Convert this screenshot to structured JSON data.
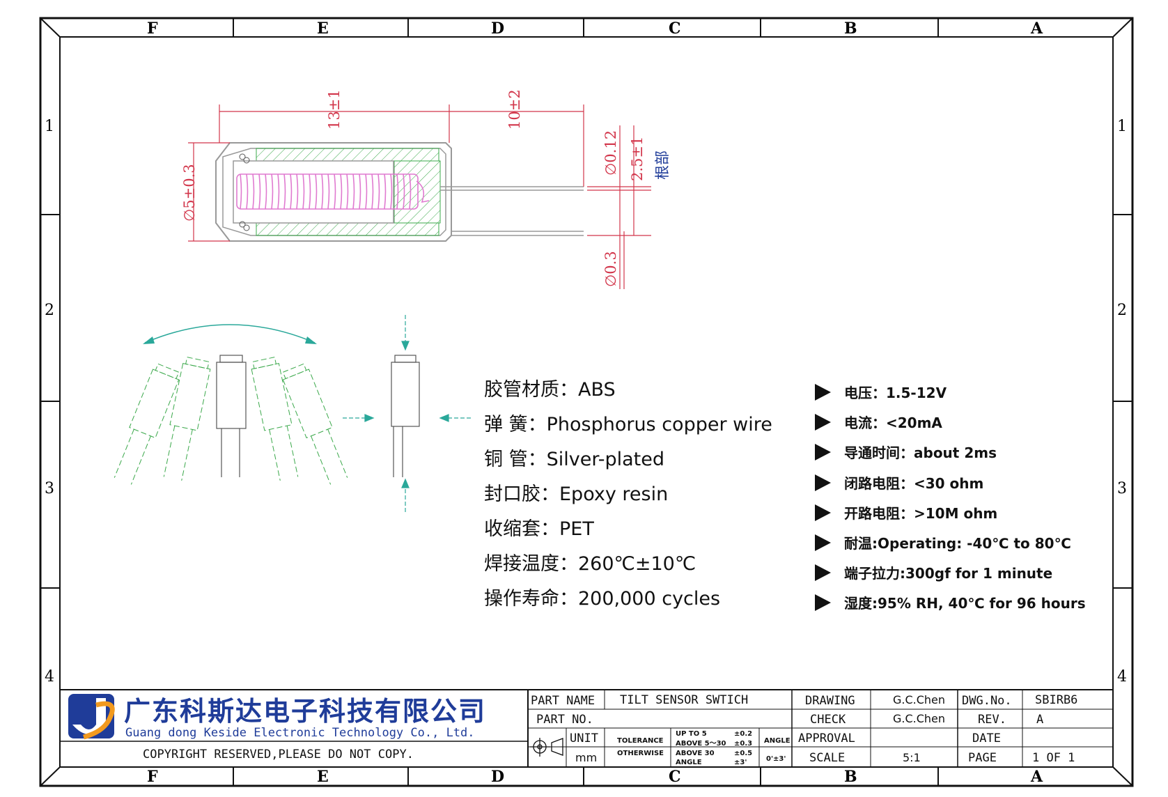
{
  "frame": {
    "zone_letters": [
      "F",
      "E",
      "D",
      "C",
      "B",
      "A"
    ],
    "zone_numbers": [
      "1",
      "2",
      "3",
      "4"
    ]
  },
  "dimensions": {
    "length_body": "13±1",
    "length_lead": "10±2",
    "diameter_body": "∅5±0.3",
    "diameter_inner": "∅0.12",
    "lead_spacing": "2.5±1",
    "root_label": "根部",
    "lead_diameter": "∅0.3"
  },
  "materials": [
    {
      "label": "胶管材质：",
      "value": "ABS"
    },
    {
      "label": "弹  簧：",
      "value": "Phosphorus copper wire"
    },
    {
      "label": "铜  管：",
      "value": "Silver-plated"
    },
    {
      "label": "封口胶：",
      "value": "Epoxy resin"
    },
    {
      "label": "收缩套：",
      "value": "PET"
    },
    {
      "label": "焊接温度：",
      "value": "260℃±10℃"
    },
    {
      "label": "操作寿命：",
      "value": "200,000 cycles"
    }
  ],
  "specs": [
    {
      "label": "电压：",
      "value": "1.5-12V"
    },
    {
      "label": "电流：",
      "value": "<20mA"
    },
    {
      "label": "导通时间：",
      "value": "about 2ms"
    },
    {
      "label": "闭路电阻：",
      "value": "<30 ohm"
    },
    {
      "label": "开路电阻：",
      "value": ">10M ohm"
    },
    {
      "label": "耐温:",
      "value": "Operating: -40℃ to 80℃"
    },
    {
      "label": "端子拉力:",
      "value": "300gf for 1 minute"
    },
    {
      "label": "湿度:",
      "value": "95% RH, 40℃ for 96 hours"
    }
  ],
  "company": {
    "name_cn": "广东科斯达电子科技有限公司",
    "name_en": "Guang dong Keside  Electronic Technology Co., Ltd.",
    "copyright": "COPYRIGHT RESERVED,PLEASE DO NOT COPY."
  },
  "title_block": {
    "part_name_label": "PART NAME",
    "part_name_value": "TILT SENSOR SWTICH",
    "part_no_label": "PART NO.",
    "unit_label": "UNIT",
    "unit_value": "mm",
    "tolerance_label": "TOLERANCE",
    "otherwise_label": "OTHERWISE",
    "up_to": "UP TO 5",
    "up_to_val": "±0.2",
    "above_5_30": "ABOVE 5～30",
    "above_5_30_val": "±0.3",
    "above_30": "ABOVE 30",
    "above_30_val": "±0.5",
    "angle_small": "ANGLE",
    "angle_small_val": "±3'",
    "angle_label": "ANGLE",
    "angle_value": "0'±3'",
    "drawing_label": "DRAWING",
    "drawing_value": "G.C.Chen",
    "check_label": "CHECK",
    "check_value": "G.C.Chen",
    "approval_label": "APPROVAL",
    "scale_label": "SCALE",
    "scale_value": "5:1",
    "dwg_no_label": "DWG.No.",
    "dwg_no_value": "SBIRB6",
    "rev_label": "REV.",
    "rev_value": "A",
    "date_label": "DATE",
    "page_label": "PAGE",
    "page_value": "1 OF 1"
  },
  "colors": {
    "dimension": "#d2354a",
    "hatch": "#3aa84a",
    "spring": "#e07ad0",
    "teal": "#2aa89a",
    "brand": "#1f3c99",
    "brand_orange": "#f29a1f"
  }
}
